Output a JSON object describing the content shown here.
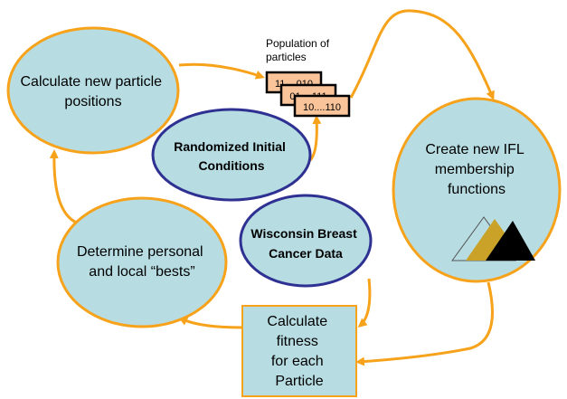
{
  "nodes": {
    "calculate_positions": {
      "lines": [
        "Calculate new particle",
        "positions"
      ]
    },
    "randomized": {
      "lines": [
        "Randomized Initial",
        "Conditions"
      ]
    },
    "create_ifl": {
      "lines": [
        "Create new IFL",
        "membership",
        "functions"
      ]
    },
    "wisconsin": {
      "lines": [
        "Wisconsin Breast",
        "Cancer Data"
      ]
    },
    "determine_bests": {
      "lines": [
        "Determine personal",
        "and local “bests”"
      ]
    },
    "calculate_fitness": {
      "lines": [
        "Calculate",
        "fitness",
        "for each",
        "Particle"
      ]
    }
  },
  "population": {
    "title_lines": [
      "Population of",
      "particles"
    ],
    "cards": [
      "11....010",
      "01....111",
      "10....110"
    ]
  },
  "colors": {
    "ellipse_fill": "#b7dde3",
    "ellipse_border_orange": "#f7a21b",
    "ellipse_border_blue": "#2e3192",
    "arrow": "#f7a21b",
    "card_fill": "#f9c49a",
    "mountain_dark": "#000000",
    "mountain_gold": "#c9a227"
  }
}
